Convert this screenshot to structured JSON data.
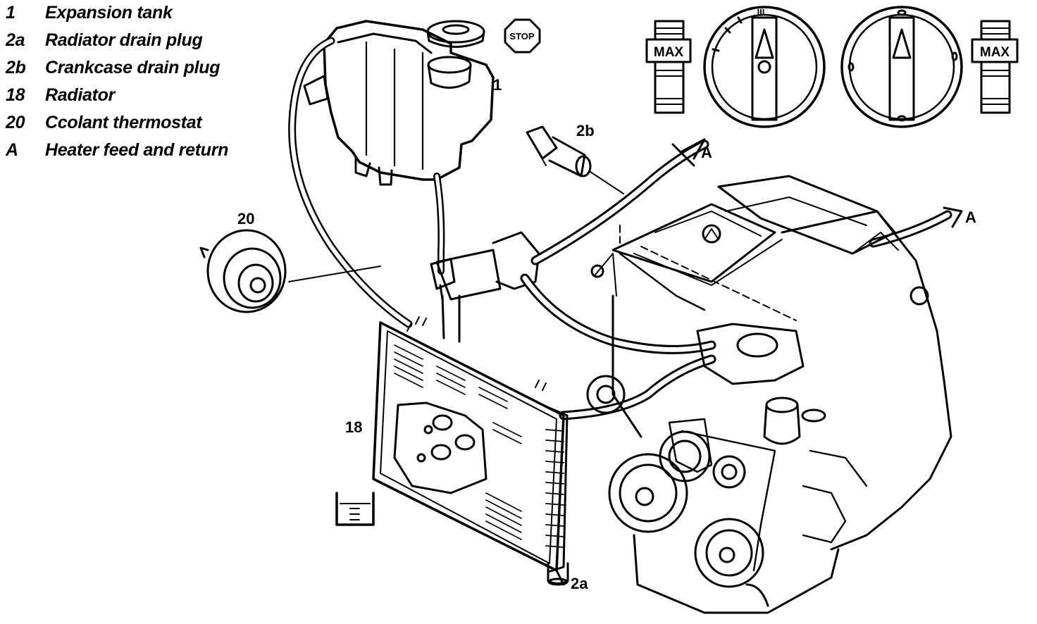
{
  "legend": {
    "items": [
      {
        "key": "1",
        "text": "Expansion tank"
      },
      {
        "key": "2a",
        "text": "Radiator drain plug"
      },
      {
        "key": "2b",
        "text": "Crankcase drain plug"
      },
      {
        "key": "18",
        "text": "Radiator"
      },
      {
        "key": "20",
        "text": "Ccolant thermostat"
      },
      {
        "key": "A",
        "text": "Heater feed and return"
      }
    ]
  },
  "callouts": {
    "expansion_tank": "1",
    "crankcase_drain_plug": "2b",
    "heater_feed": "A",
    "heater_return": "A",
    "thermostat": "20",
    "radiator": "18",
    "radiator_drain_plug": "2a"
  },
  "cap_panel": {
    "stop_label": "STOP",
    "max_left": "MAX",
    "max_right": "MAX"
  },
  "colors": {
    "ink": "#000000",
    "paper": "#ffffff"
  },
  "icons": [
    "radiator-cap-icon",
    "stop-sign-icon",
    "coolant-container-icon"
  ]
}
